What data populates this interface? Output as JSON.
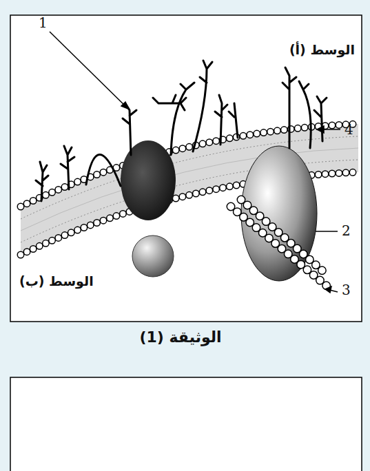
{
  "diagram": {
    "caption": "الوثيقة (1)",
    "labels": [
      "1",
      "الوسط (أ)",
      "4",
      "2",
      "3",
      "الوسط (ب)"
    ]
  }
}
